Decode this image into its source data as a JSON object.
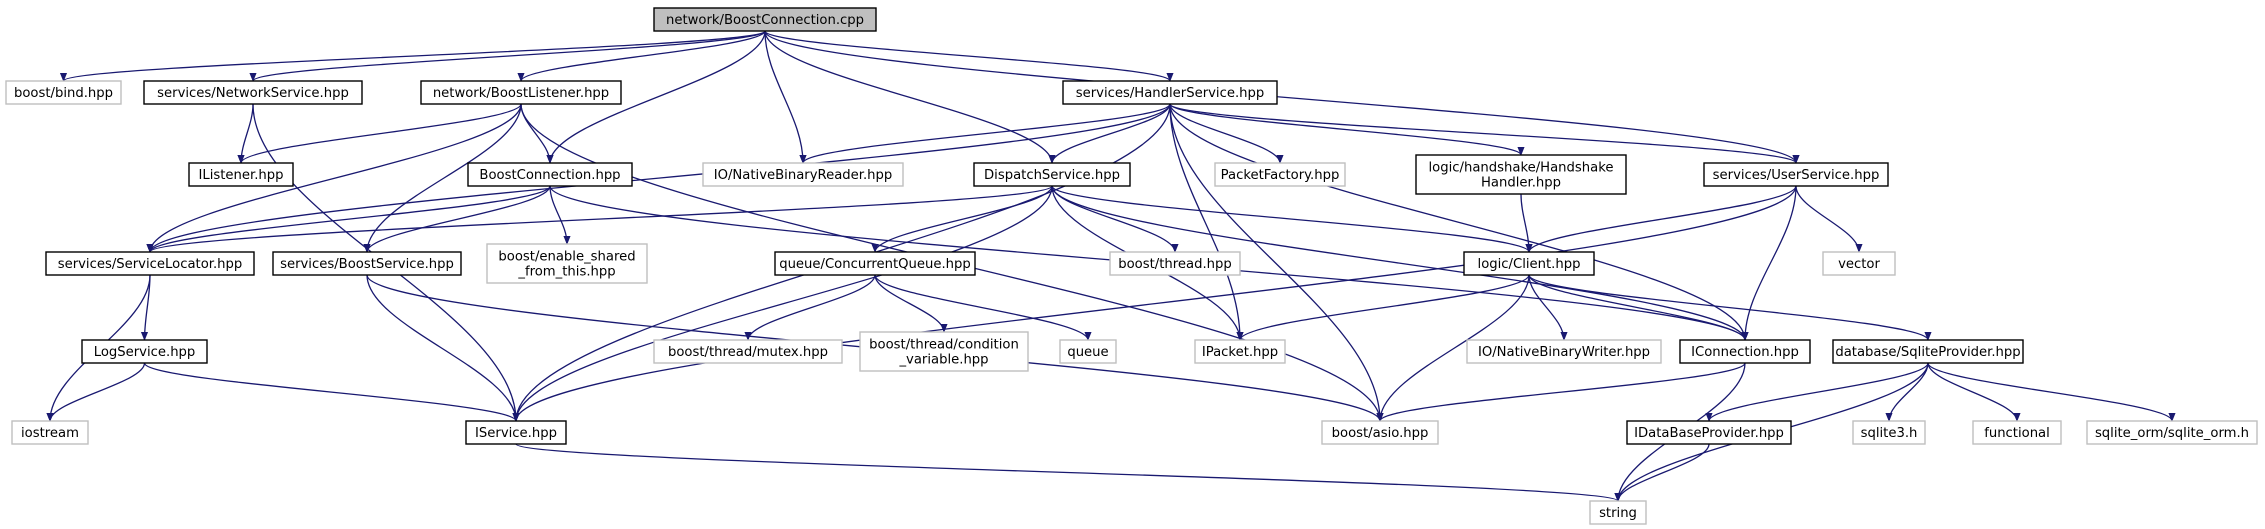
{
  "graph": {
    "colors": {
      "edge": "#191970",
      "documented_border": "#000000",
      "external_border": "#bfbfbf",
      "root_fill": "#bfbfbf",
      "node_fill": "#ffffff"
    },
    "nodes": [
      {
        "id": "root",
        "lines": [
          "network/BoostConnection.cpp"
        ],
        "kind": "root"
      },
      {
        "id": "bind",
        "lines": [
          "boost/bind.hpp"
        ],
        "kind": "ext"
      },
      {
        "id": "netsvc",
        "lines": [
          "services/NetworkService.hpp"
        ],
        "kind": "doc"
      },
      {
        "id": "blistener",
        "lines": [
          "network/BoostListener.hpp"
        ],
        "kind": "doc"
      },
      {
        "id": "handler",
        "lines": [
          "services/HandlerService.hpp"
        ],
        "kind": "doc"
      },
      {
        "id": "ilistener",
        "lines": [
          "IListener.hpp"
        ],
        "kind": "doc"
      },
      {
        "id": "bconn",
        "lines": [
          "BoostConnection.hpp"
        ],
        "kind": "doc"
      },
      {
        "id": "nbreader",
        "lines": [
          "IO/NativeBinaryReader.hpp"
        ],
        "kind": "ext"
      },
      {
        "id": "dispatch",
        "lines": [
          "DispatchService.hpp"
        ],
        "kind": "doc"
      },
      {
        "id": "pfactory",
        "lines": [
          "PacketFactory.hpp"
        ],
        "kind": "ext"
      },
      {
        "id": "hshake",
        "lines": [
          "logic/handshake/Handshake",
          "Handler.hpp"
        ],
        "kind": "doc"
      },
      {
        "id": "usersvc",
        "lines": [
          "services/UserService.hpp"
        ],
        "kind": "doc"
      },
      {
        "id": "svcloc",
        "lines": [
          "services/ServiceLocator.hpp"
        ],
        "kind": "doc"
      },
      {
        "id": "enableshared",
        "lines": [
          "boost/enable_shared",
          "_from_this.hpp"
        ],
        "kind": "ext"
      },
      {
        "id": "bsvc",
        "lines": [
          "services/BoostService.hpp"
        ],
        "kind": "doc"
      },
      {
        "id": "cqueue",
        "lines": [
          "queue/ConcurrentQueue.hpp"
        ],
        "kind": "doc"
      },
      {
        "id": "bthread",
        "lines": [
          "boost/thread.hpp"
        ],
        "kind": "ext"
      },
      {
        "id": "client",
        "lines": [
          "logic/Client.hpp"
        ],
        "kind": "doc"
      },
      {
        "id": "vector",
        "lines": [
          "vector"
        ],
        "kind": "ext"
      },
      {
        "id": "logsvc",
        "lines": [
          "LogService.hpp"
        ],
        "kind": "doc"
      },
      {
        "id": "mutex",
        "lines": [
          "boost/thread/mutex.hpp"
        ],
        "kind": "ext"
      },
      {
        "id": "condvar",
        "lines": [
          "boost/thread/condition",
          "_variable.hpp"
        ],
        "kind": "ext"
      },
      {
        "id": "queue",
        "lines": [
          "queue"
        ],
        "kind": "ext"
      },
      {
        "id": "ipacket",
        "lines": [
          "IPacket.hpp"
        ],
        "kind": "ext"
      },
      {
        "id": "nbwriter",
        "lines": [
          "IO/NativeBinaryWriter.hpp"
        ],
        "kind": "ext"
      },
      {
        "id": "iconn",
        "lines": [
          "IConnection.hpp"
        ],
        "kind": "doc"
      },
      {
        "id": "sqlite",
        "lines": [
          "database/SqliteProvider.hpp"
        ],
        "kind": "doc"
      },
      {
        "id": "iostream",
        "lines": [
          "iostream"
        ],
        "kind": "ext"
      },
      {
        "id": "iservice",
        "lines": [
          "IService.hpp"
        ],
        "kind": "doc"
      },
      {
        "id": "asio",
        "lines": [
          "boost/asio.hpp"
        ],
        "kind": "ext"
      },
      {
        "id": "idbprov",
        "lines": [
          "IDataBaseProvider.hpp"
        ],
        "kind": "doc"
      },
      {
        "id": "sqlite3",
        "lines": [
          "sqlite3.h"
        ],
        "kind": "ext"
      },
      {
        "id": "functional",
        "lines": [
          "functional"
        ],
        "kind": "ext"
      },
      {
        "id": "sqliteorm",
        "lines": [
          "sqlite_orm/sqlite_orm.h"
        ],
        "kind": "ext"
      },
      {
        "id": "string",
        "lines": [
          "string"
        ],
        "kind": "ext"
      }
    ],
    "edges": [
      [
        "root",
        "bind"
      ],
      [
        "root",
        "netsvc"
      ],
      [
        "root",
        "blistener"
      ],
      [
        "root",
        "bconn"
      ],
      [
        "root",
        "nbreader"
      ],
      [
        "root",
        "dispatch"
      ],
      [
        "root",
        "handler"
      ],
      [
        "root",
        "usersvc"
      ],
      [
        "netsvc",
        "ilistener"
      ],
      [
        "netsvc",
        "iservice"
      ],
      [
        "blistener",
        "ilistener"
      ],
      [
        "blistener",
        "bconn"
      ],
      [
        "blistener",
        "svcloc"
      ],
      [
        "blistener",
        "bsvc"
      ],
      [
        "blistener",
        "asio"
      ],
      [
        "handler",
        "nbreader"
      ],
      [
        "handler",
        "dispatch"
      ],
      [
        "handler",
        "pfactory"
      ],
      [
        "handler",
        "hshake"
      ],
      [
        "handler",
        "usersvc"
      ],
      [
        "handler",
        "svcloc"
      ],
      [
        "handler",
        "iservice"
      ],
      [
        "handler",
        "ipacket"
      ],
      [
        "handler",
        "asio"
      ],
      [
        "handler",
        "iconn"
      ],
      [
        "bconn",
        "enableshared"
      ],
      [
        "bconn",
        "svcloc"
      ],
      [
        "bconn",
        "bsvc"
      ],
      [
        "bconn",
        "iconn"
      ],
      [
        "dispatch",
        "svcloc"
      ],
      [
        "dispatch",
        "cqueue"
      ],
      [
        "dispatch",
        "bthread"
      ],
      [
        "dispatch",
        "client"
      ],
      [
        "dispatch",
        "ipacket"
      ],
      [
        "dispatch",
        "iservice"
      ],
      [
        "dispatch",
        "iconn"
      ],
      [
        "hshake",
        "client"
      ],
      [
        "usersvc",
        "client"
      ],
      [
        "usersvc",
        "vector"
      ],
      [
        "usersvc",
        "iconn"
      ],
      [
        "usersvc",
        "iservice"
      ],
      [
        "svcloc",
        "logsvc"
      ],
      [
        "svcloc",
        "iostream"
      ],
      [
        "bsvc",
        "iservice"
      ],
      [
        "bsvc",
        "asio"
      ],
      [
        "cqueue",
        "mutex"
      ],
      [
        "cqueue",
        "condvar"
      ],
      [
        "cqueue",
        "queue"
      ],
      [
        "client",
        "ipacket"
      ],
      [
        "client",
        "nbwriter"
      ],
      [
        "client",
        "iconn"
      ],
      [
        "client",
        "sqlite"
      ],
      [
        "client",
        "asio"
      ],
      [
        "logsvc",
        "iostream"
      ],
      [
        "logsvc",
        "iservice"
      ],
      [
        "iconn",
        "asio"
      ],
      [
        "iconn",
        "string"
      ],
      [
        "sqlite",
        "idbprov"
      ],
      [
        "sqlite",
        "sqlite3"
      ],
      [
        "sqlite",
        "functional"
      ],
      [
        "sqlite",
        "sqliteorm"
      ],
      [
        "sqlite",
        "string"
      ],
      [
        "iservice",
        "string"
      ],
      [
        "idbprov",
        "string"
      ]
    ]
  }
}
